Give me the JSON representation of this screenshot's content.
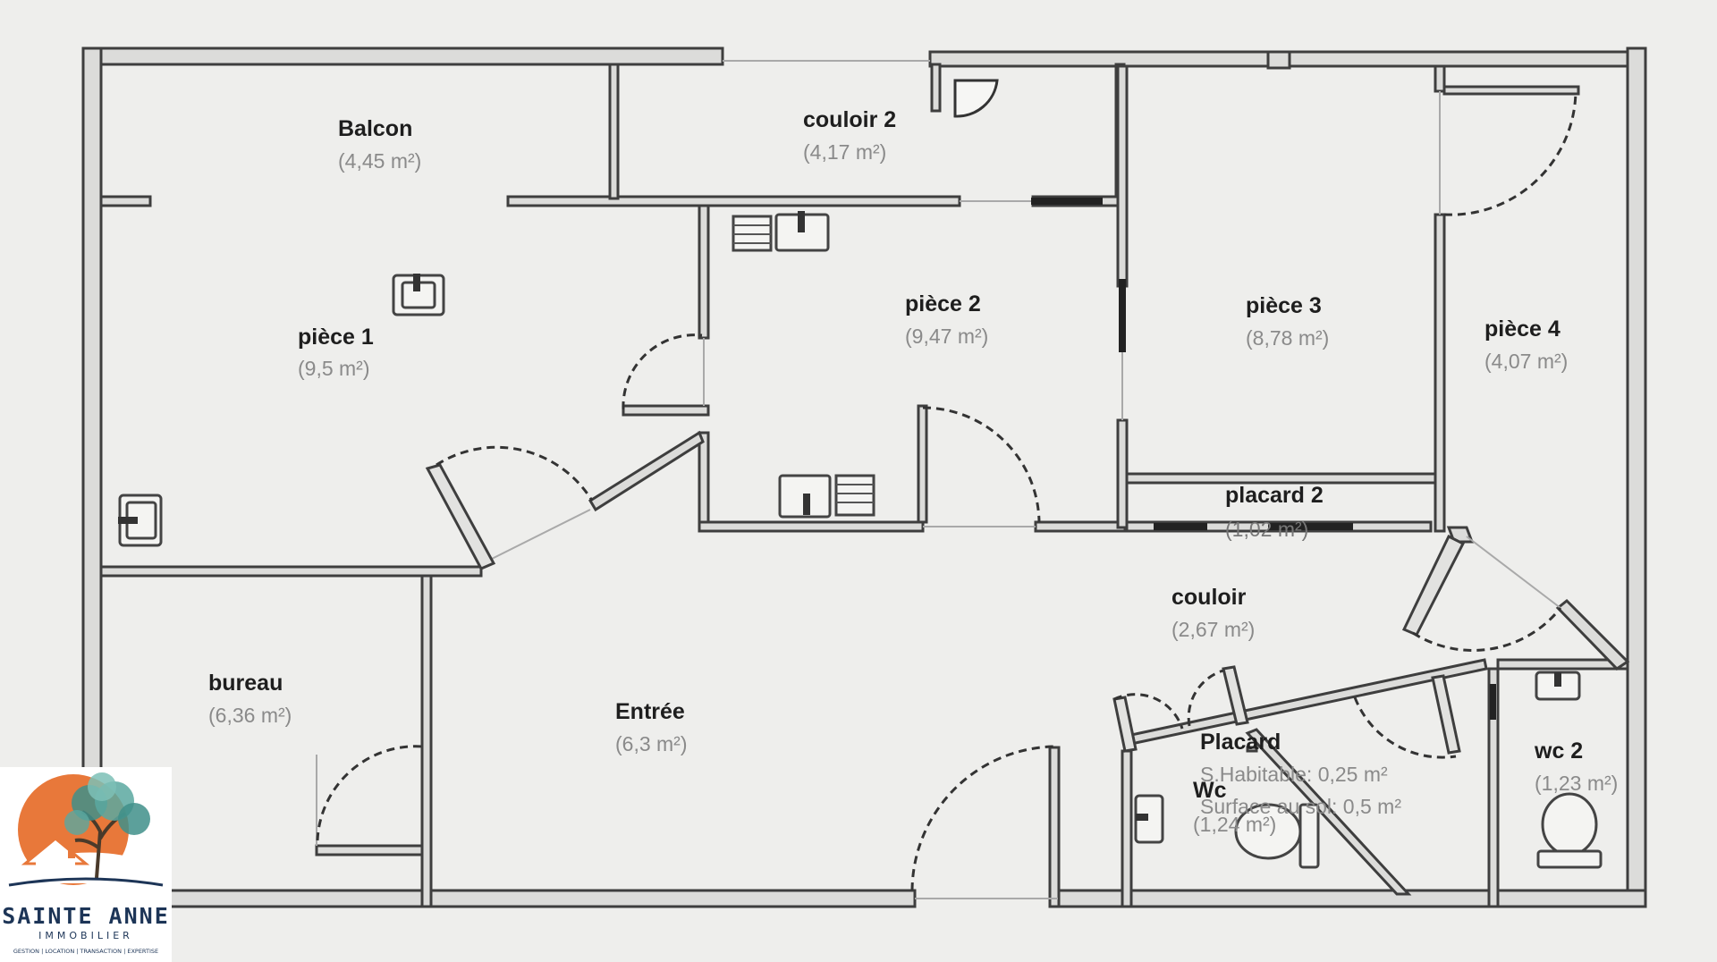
{
  "rooms": [
    {
      "id": "balcon",
      "name": "Balcon",
      "area": "(4,45 m²)"
    },
    {
      "id": "couloir-2",
      "name": "couloir 2",
      "area": "(4,17 m²)"
    },
    {
      "id": "piece-1",
      "name": "pièce 1",
      "area": "(9,5 m²)"
    },
    {
      "id": "piece-2",
      "name": "pièce 2",
      "area": "(9,47 m²)"
    },
    {
      "id": "piece-3",
      "name": "pièce 3",
      "area": "(8,78 m²)"
    },
    {
      "id": "piece-4",
      "name": "pièce 4",
      "area": "(4,07 m²)"
    },
    {
      "id": "placard-2",
      "name": "placard 2",
      "area": "(1,02 m²)"
    },
    {
      "id": "couloir",
      "name": "couloir",
      "area": "(2,67 m²)"
    },
    {
      "id": "bureau",
      "name": "bureau",
      "area": "(6,36 m²)"
    },
    {
      "id": "entree",
      "name": "Entrée",
      "area": "(6,3 m²)"
    },
    {
      "id": "placard",
      "name": "Placard",
      "area": ""
    },
    {
      "id": "wc",
      "name": "Wc",
      "area": "(1,24 m²)"
    },
    {
      "id": "wc-2",
      "name": "wc 2",
      "area": "(1,23 m²)"
    }
  ],
  "placard_details": {
    "habitable": "S.Habitable: 0,25 m²",
    "au_sol": "Surface au sol: 0,5 m²"
  },
  "logo": {
    "brand": "SAINTE ANNE",
    "subtitle": "IMMOBILIER",
    "tagline": "GESTION | LOCATION | TRANSACTION | EXPERTISE",
    "colors": {
      "sun": "#e8783a",
      "tree": "#3f8f8a",
      "text": "#1d3557"
    }
  }
}
